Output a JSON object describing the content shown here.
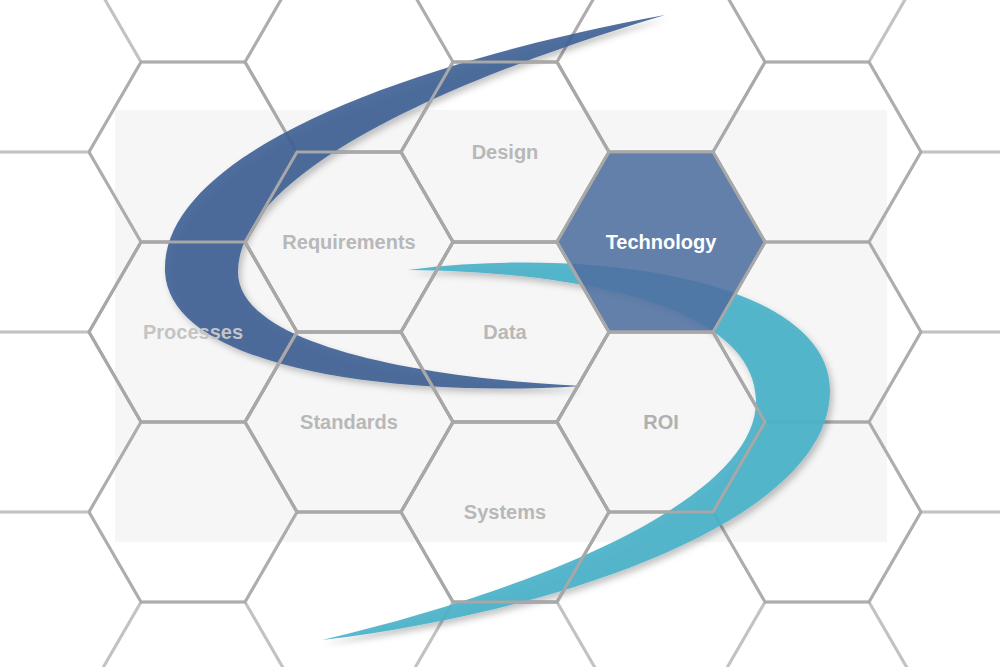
{
  "diagram": {
    "nodes": [
      {
        "text": [
          "Design"
        ]
      },
      {
        "text": [
          "Requirements"
        ]
      },
      {
        "text": [
          "Technology"
        ]
      },
      {
        "text": [
          "Processes"
        ]
      },
      {
        "text": [
          "Data"
        ]
      },
      {
        "text": [
          "Standards"
        ]
      },
      {
        "text": [
          "ROI"
        ]
      },
      {
        "text": [
          "Systems"
        ]
      }
    ]
  }
}
